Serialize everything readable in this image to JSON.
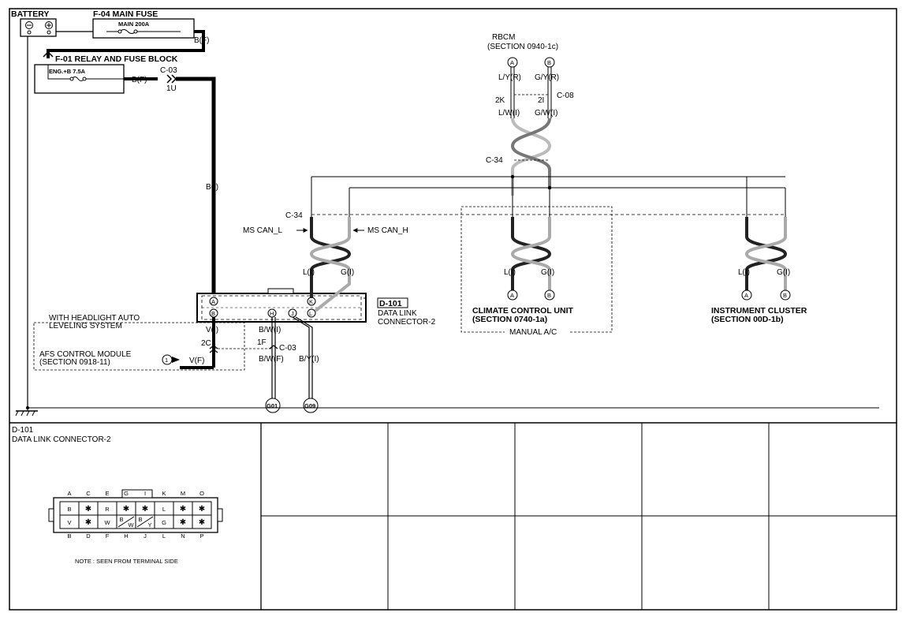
{
  "battery": {
    "title": "BATTERY",
    "neg": "⊖",
    "pos": "⊕"
  },
  "main_fuse": {
    "title": "F-04  MAIN FUSE",
    "rating": "MAIN 200A"
  },
  "relay_block": {
    "title": "F-01  RELAY AND FUSE BLOCK",
    "fuse": "ENG.+B 7.5A"
  },
  "wires": {
    "bf_top": "B(F)",
    "bf_mid": "B(F)",
    "c03_top": "C-03",
    "c03_pin": "1U",
    "bi": "B(I)",
    "vi": "V(I)",
    "pin_2c": "2C",
    "pin_1f": "1F",
    "c03_bottom": "C-03",
    "bwi": "B/W(I)",
    "bwf": "B/W(F)",
    "byi": "B/Y(I)",
    "vf": "V(F)"
  },
  "afs": {
    "box_title": "WITH HEADLIGHT AUTO\nLEVELING SYSTEM",
    "module": "AFS CONTROL MODULE",
    "section": "(SECTION 0918-11)",
    "pin": "1"
  },
  "rbcm": {
    "title": "RBCM",
    "section": "(SECTION 0940-1c)",
    "pin_a": "A",
    "pin_b": "B",
    "wire_a_top": "L/Y(R)",
    "wire_b_top": "G/Y(R)",
    "pin_2k": "2K",
    "pin_2i": "2I",
    "c08": "C-08",
    "wire_a_bottom": "L/W(I)",
    "wire_b_bottom": "G/W(I)",
    "c34": "C-34"
  },
  "can": {
    "c34": "C-34",
    "can_l": "MS CAN_L",
    "can_h": "MS CAN_H",
    "li": "L(I)",
    "gi": "G(I)"
  },
  "dlc": {
    "id": "D-101",
    "name": "DATA LINK\nCONNECTOR-2",
    "pins": [
      "A",
      "B",
      "H",
      "J",
      "K",
      "L"
    ]
  },
  "climate": {
    "li": "L(I)",
    "gi": "G(I)",
    "pin_a": "A",
    "pin_b": "B",
    "name": "CLIMATE CONTROL UNIT",
    "section": "(SECTION 0740-1a)",
    "box_label": "MANUAL A/C"
  },
  "cluster": {
    "li": "L(I)",
    "gi": "G(I)",
    "pin_a": "A",
    "pin_b": "B",
    "name": "INSTRUMENT CLUSTER",
    "section": "(SECTION 00D-1b)"
  },
  "grounds": {
    "g01": "G01",
    "g09": "G09"
  },
  "connector_view": {
    "id": "D-101",
    "name": "DATA LINK CONNECTOR-2",
    "top_letters": [
      "A",
      "C",
      "E",
      "G",
      "I",
      "K",
      "M",
      "O"
    ],
    "bottom_letters": [
      "B",
      "D",
      "F",
      "H",
      "J",
      "L",
      "N",
      "P"
    ],
    "row1": [
      "B",
      "✱",
      "R",
      "✱",
      "✱",
      "L",
      "✱",
      "✱"
    ],
    "row2": [
      "V",
      "✱",
      "W",
      "B/W",
      "B/Y",
      "G",
      "✱",
      "✱"
    ],
    "note": "NOTE : SEEN FROM TERMINAL SIDE"
  }
}
